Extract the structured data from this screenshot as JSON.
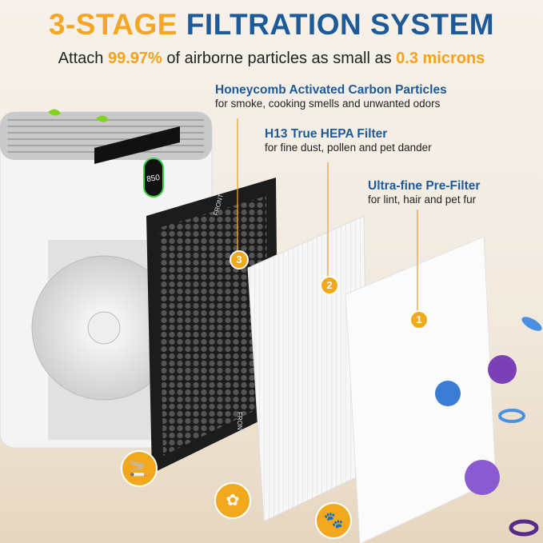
{
  "title": {
    "part1": "3-STAGE",
    "part2": "FILTRATION SYSTEM"
  },
  "subtitle": {
    "prefix": "Attach ",
    "percent": "99.97%",
    "middle": " of airborne particles as small as ",
    "size": "0.3 microns"
  },
  "stages": [
    {
      "number": "3",
      "name": "Honeycomb Activated Carbon Particles",
      "description": "for smoke, cooking smells and unwanted odors",
      "icon": "cigarette-smoke-icon"
    },
    {
      "number": "2",
      "name": "H13 True HEPA Filter",
      "description": "for fine dust, pollen and pet dander",
      "icon": "pollen-icon"
    },
    {
      "number": "1",
      "name": "Ultra-fine Pre-Filter",
      "description": "for lint, hair and pet fur",
      "icon": "pet-hair-icon"
    }
  ],
  "filter_print": "FRONT",
  "display_reading": "850",
  "colors": {
    "accent_orange": "#f5a623",
    "brand_blue": "#1d5a99",
    "carbon": "#1c1c1c"
  }
}
